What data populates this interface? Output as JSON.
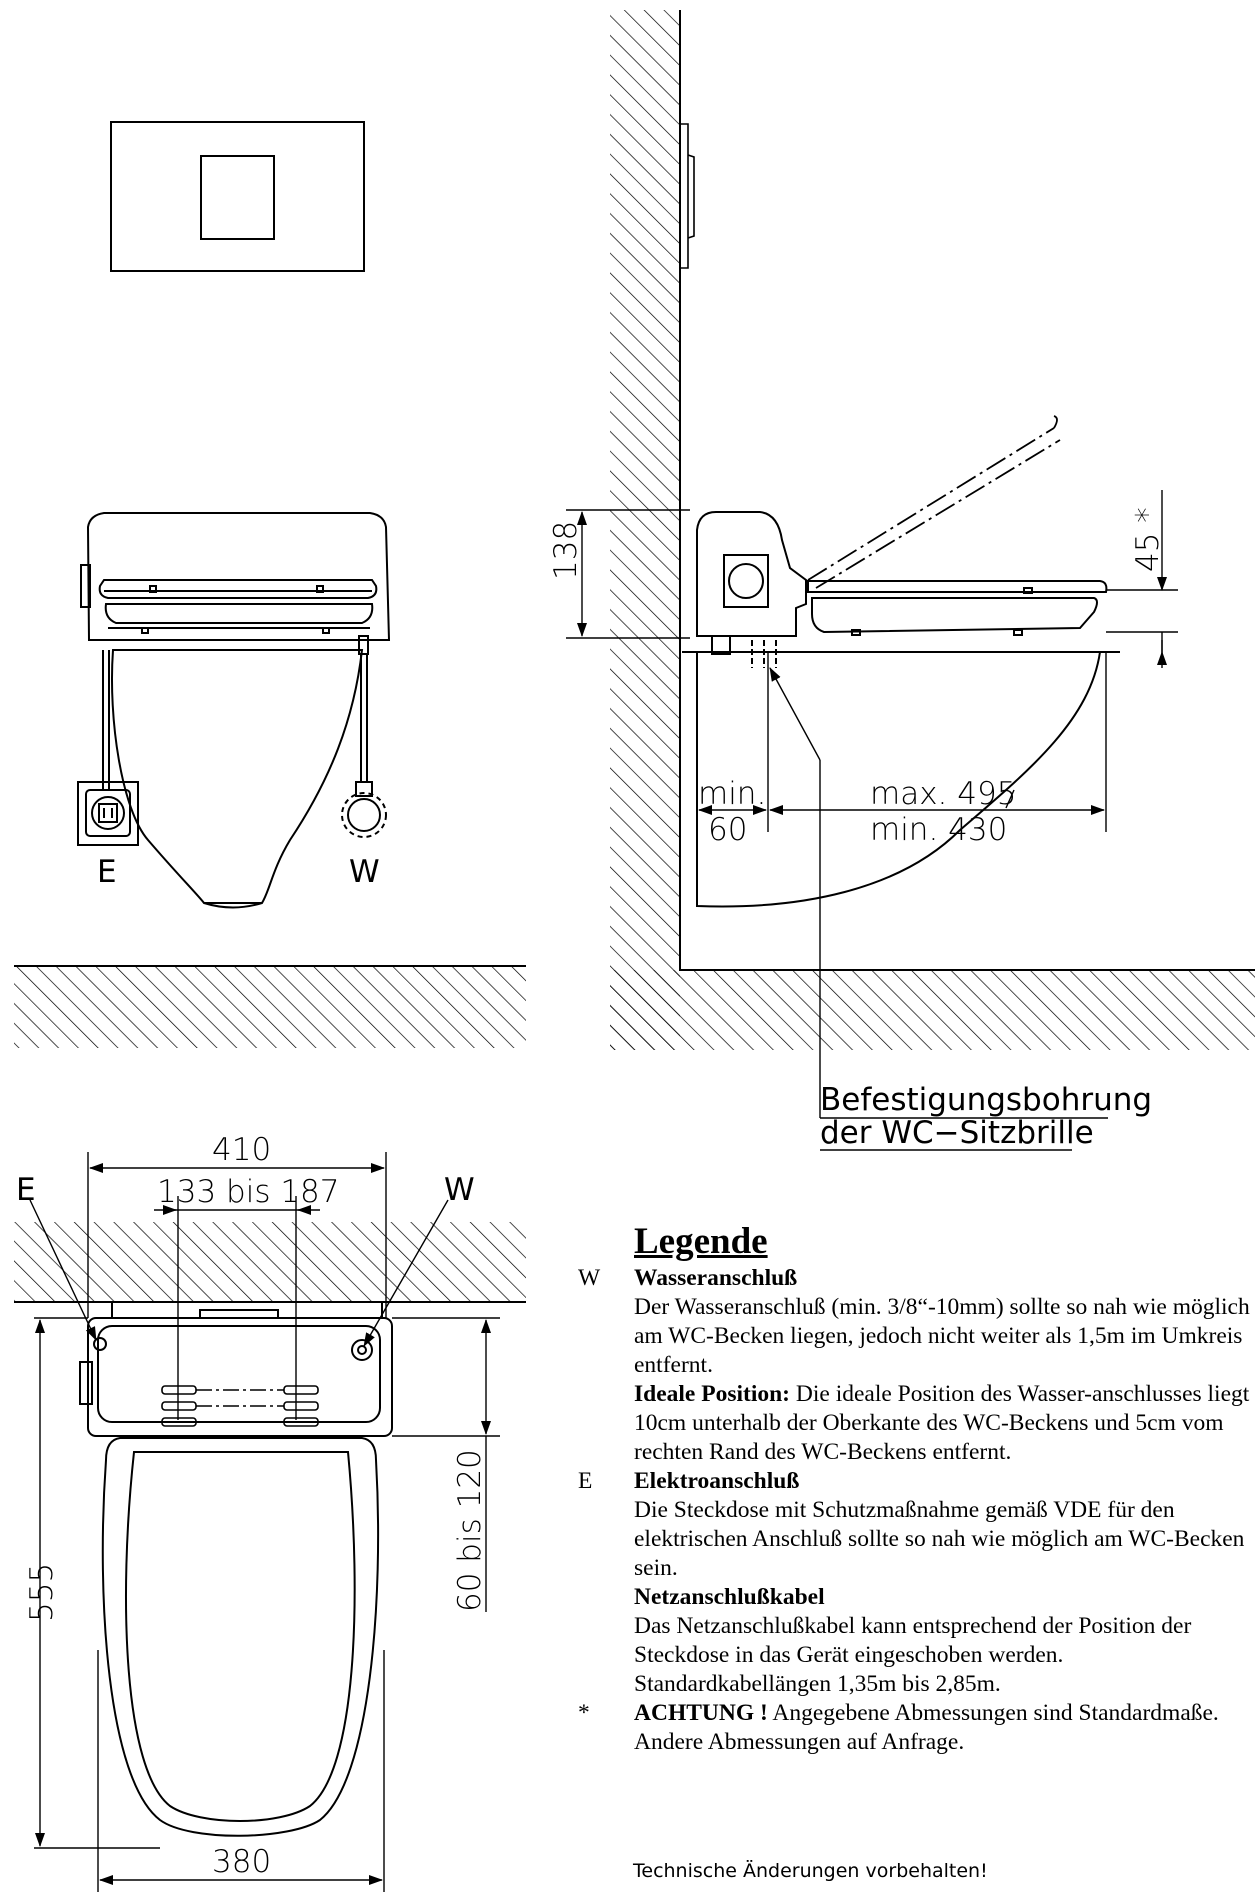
{
  "dimensions": {
    "side_height": "138",
    "lid_clearance": "45 *",
    "min_label": "min.",
    "min_value": "60",
    "max_label": "max. 495",
    "min_length": "min. 430",
    "top_width": "410",
    "hole_spacing": "133 bis 187",
    "total_length": "555",
    "wall_distance": "60 bis 120",
    "seat_width": "380"
  },
  "labels": {
    "front_e": "E",
    "front_w": "W",
    "top_e": "E",
    "top_w": "W",
    "mounting_line1": "Befestigungsbohrung",
    "mounting_line2": "der WC−Sitzbrille"
  },
  "legend": {
    "title": "Legende",
    "entries": [
      {
        "key": "W",
        "heading": "Wasseranschluß",
        "text": "Der Wasseranschluß (min. 3/8“-10mm) sollte so nah wie möglich am WC-Becken liegen, jedoch nicht weiter als 1,5m im Umkreis entfernt.",
        "sub_heading": "Ideale Position:",
        "sub_text": " Die ideale Position des Wasser-anschlusses liegt 10cm unterhalb der Oberkante des WC-Beckens und 5cm vom rechten Rand des WC-Beckens entfernt."
      },
      {
        "key": "E",
        "heading": "Elektroanschluß",
        "text": "Die Steckdose mit Schutzmaßnahme gemäß VDE für den elektrischen Anschluß sollte so nah wie möglich am WC-Becken sein.",
        "sub_heading": "Netzanschlußkabel",
        "sub_text": "Das Netzanschlußkabel kann entsprechend der Position der Steckdose in das Gerät eingeschoben werden.    Standardkabellängen 1,35m bis 2,85m."
      },
      {
        "key": "*",
        "heading": "ACHTUNG !",
        "text": " Angegebene Abmessungen sind Standardmaße. Andere Abmessungen auf Anfrage."
      }
    ],
    "footnote": "Technische Änderungen vorbehalten!"
  }
}
